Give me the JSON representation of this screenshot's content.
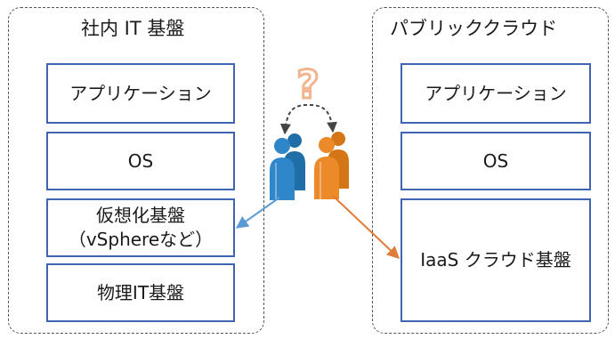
{
  "left_group": {
    "title": "社内 IT 基盤",
    "layers": {
      "application": "アプリケーション",
      "os": "OS",
      "virtualization_line1": "仮想化基盤",
      "virtualization_line2": "（vSphereなど）",
      "physical": "物理IT基盤"
    }
  },
  "right_group": {
    "title": "パブリッククラウド",
    "layers": {
      "application": "アプリケーション",
      "os": "OS",
      "iaas": "IaaS クラウド基盤"
    }
  },
  "question_mark": "?",
  "colors": {
    "layer_border": "#3f64b1",
    "blue_user": "#2f86c8",
    "orange_user": "#ec8a2a",
    "blue_arrow": "#5b9bd5",
    "orange_arrow": "#e07b39",
    "question_mark": "#f2b48e",
    "dashed_arc": "#444444"
  },
  "icons": {
    "left_user": "users-icon",
    "right_user": "users-icon",
    "question": "question-mark-icon"
  }
}
